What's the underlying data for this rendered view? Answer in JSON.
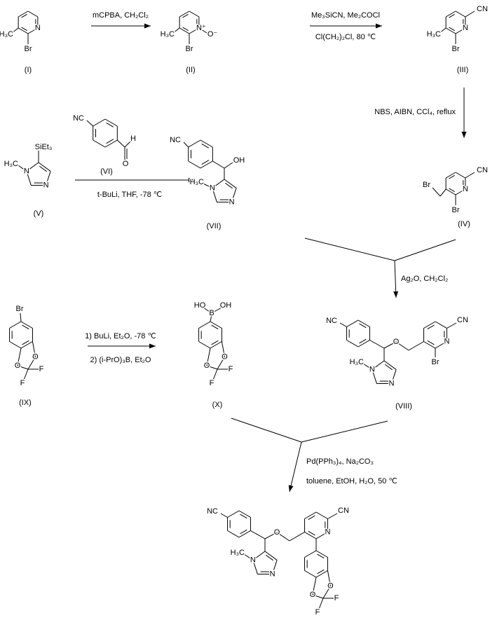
{
  "compounds": {
    "I": {
      "id": "(I)",
      "n": "N",
      "br": "Br",
      "me": "H₃C"
    },
    "II": {
      "id": "(II)",
      "n": "N⁺",
      "o": "O⁻",
      "br": "Br",
      "me": "H₃C"
    },
    "III": {
      "id": "(III)",
      "cn": "CN",
      "n": "N",
      "br": "Br",
      "me": "H₃C"
    },
    "IV": {
      "id": "(IV)",
      "cn": "CN",
      "n": "N",
      "br": "Br",
      "br2": "Br"
    },
    "V": {
      "id": "(V)",
      "si": "SiEt₃",
      "me": "H₃C",
      "n1": "N",
      "n3": "N"
    },
    "VI": {
      "id": "(VI)",
      "nc": "NC",
      "h": "H",
      "o": "O"
    },
    "VII": {
      "id": "(VII)",
      "nc": "NC",
      "oh": "OH",
      "me": "H₃C",
      "n1": "N",
      "n3": "N"
    },
    "VIII": {
      "id": "(VIII)",
      "nc": "NC",
      "o": "O",
      "cn": "CN",
      "n": "N",
      "br": "Br",
      "me": "H₃C",
      "n1": "N",
      "n3": "N"
    },
    "IX": {
      "id": "(IX)",
      "br": "Br",
      "o1": "O",
      "o2": "O",
      "f1": "F",
      "f2": "F"
    },
    "X": {
      "id": "(X)",
      "b": "B",
      "ho": "HO",
      "oh": "OH",
      "o1": "O",
      "o2": "O",
      "f1": "F",
      "f2": "F"
    },
    "final": {
      "nc": "NC",
      "o": "O",
      "cn": "CN",
      "n": "N",
      "me": "H₃C",
      "n1": "N",
      "n3": "N",
      "o1": "O",
      "o2": "O",
      "f1": "F",
      "f2": "F"
    }
  },
  "reagents": {
    "step1": "mCPBA, CH₂Cl₂",
    "step2_top": "Me₃SiCN, Me₂COCl",
    "step2_bottom": "Cl(CH₂)₂Cl, 80 ℃",
    "step3": "NBS, AIBN, CCl₄, reflux",
    "step4": "t-BuLi, THF, -78 ℃",
    "step5": "Ag₂O, CH₂Cl₂",
    "step6_top": "1) BuLi, Et₂O, -78 ℃",
    "step6_bottom": "2) (i-PrO)₃B, Et₂O",
    "step7_top": "Pd(PPh₃)₄, Na₂CO₃",
    "step7_bottom": "toluene, EtOH, H₂O, 50 ℃"
  }
}
